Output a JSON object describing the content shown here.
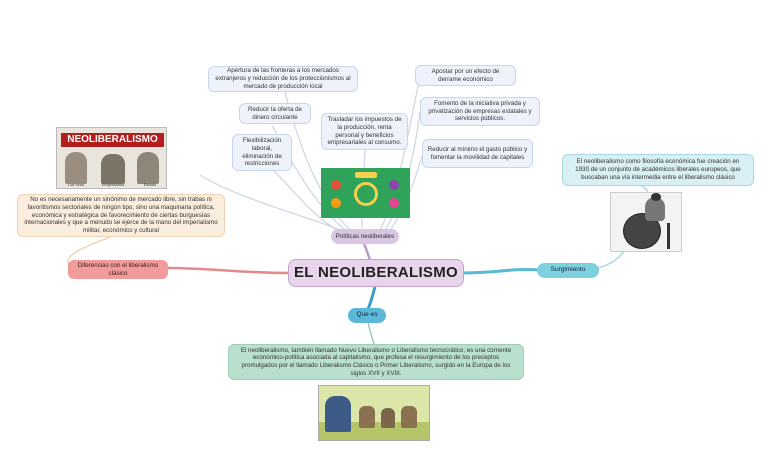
{
  "central": "EL NEOLIBERALISMO",
  "branches": {
    "surgimiento": {
      "label": "Surgimiento",
      "text": "El neoliberalismo como filosofía económica fue creación en 1930 de un conjunto de académicos liberales europeos, que buscaban una vía intermedia entre el liberalismo clásico"
    },
    "que_es": {
      "label": "Que es",
      "text": "El neoliberalismo, también llamado Nuevo Liberalismo o Liberalismo tecnocrático, es una corriente económico-política asociada al capitalismo, que profesa el resurgimiento de los preceptos promulgados por el llamado Liberalismo Clásico o Primer Liberalismo, surgido en la Europa de los siglos XVII y XVIII."
    },
    "diferencias": {
      "label": "Diferencias con el liberalismo clásico",
      "text": "No es necesariamente un sinónimo de mercado libre, sin trabas ni favoritismos sectoriales de ningún tipo, sino una maquinaria política, económica y estratégica de favorecimiento de ciertas burguesías internacionales y que a menudo se ejerce de la mano del imperialismo militar, económico y cultural"
    },
    "politicas": {
      "label": "Políticas neoliberales",
      "items": [
        "Apertura de las fronteras a los mercados extranjeros y reducción de los proteccionismos al mercado de producción local",
        "Reducir la oferta de dinero circulante",
        "Flexibilización laboral, eliminación de restricciones",
        "Trasladar los impuestos de la producción, renta personal y beneficios empresariales al consumo.",
        "Apostar por un efecto de derrame económico",
        "Fomento de la iniciativa privada y privatización de empresas estatales y servicios públicos.",
        "Reducir al mínimo el gasto público y fomentar la movilidad de capitales"
      ]
    }
  },
  "images": {
    "neo_banner": "NEOLIBERALISMO",
    "cartoon_labels": [
      "Los ricos",
      "Empresarios",
      "Estado"
    ]
  },
  "colors": {
    "central_fill": "#e8d5ec",
    "surgimiento_pill": "#7fd0df",
    "diferencias_pill": "#f29b9b",
    "que_es_pill": "#5bb8d6",
    "politicas_pill": "#d8c6e2"
  }
}
